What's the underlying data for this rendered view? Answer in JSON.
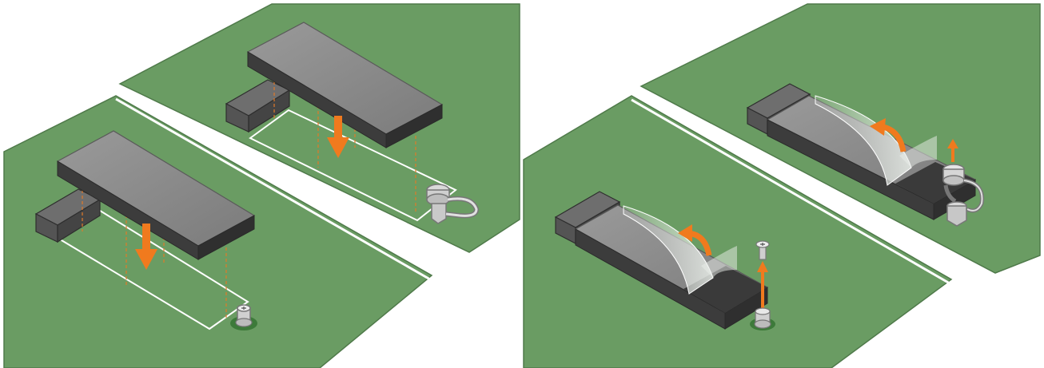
{
  "illustration": {
    "panels": [
      {
        "id": "install-left",
        "action": "install",
        "part": "m2-ssd",
        "fastener": "standoff-screw-post"
      },
      {
        "id": "install-right",
        "action": "install",
        "part": "m2-ssd",
        "fastener": "tool-less-latch"
      },
      {
        "id": "remove-left",
        "action": "remove-liner",
        "part": "m2-ssd",
        "fastener": "standoff-screw-post"
      },
      {
        "id": "remove-right",
        "action": "remove-liner",
        "part": "m2-ssd",
        "fastener": "tool-less-latch"
      }
    ],
    "colors": {
      "board": "#6a9c63",
      "board_edge": "#4f7a4a",
      "ssd_top": "#8a8a8a",
      "ssd_side": "#3c3c3c",
      "connector": "#545454",
      "arrow": "#f07a1e",
      "guide_line": "#e07a2a",
      "outline": "#ffffff",
      "liner": "#d8dcd8",
      "standoff": "#d9d9d9"
    },
    "icons": [
      "down-arrow-icon",
      "curved-arrow-icon",
      "up-arrow-icon",
      "screw-icon",
      "latch-icon"
    ]
  }
}
